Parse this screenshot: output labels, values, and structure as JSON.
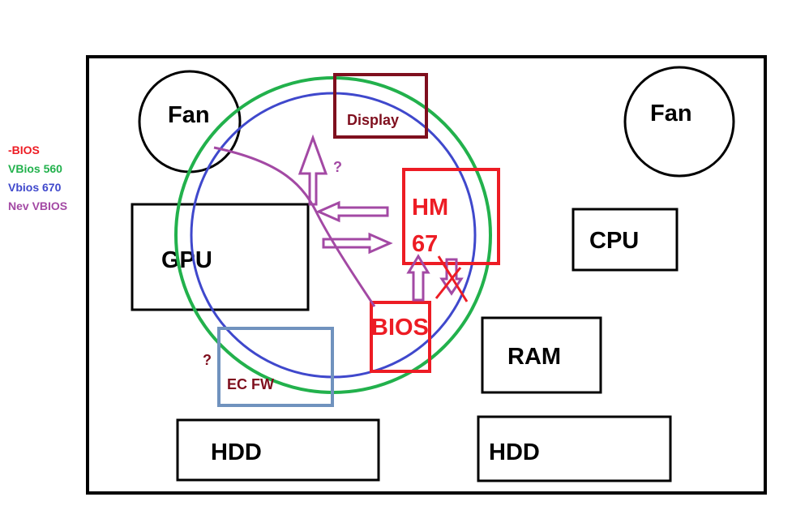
{
  "legend": {
    "items": [
      {
        "label": "-BIOS",
        "color": "#ed1c24"
      },
      {
        "label": "VBios 560",
        "color": "#22b14c"
      },
      {
        "label": "Vbios 670",
        "color": "#3f48cc"
      },
      {
        "label": "Nev VBIOS",
        "color": "#a349a4"
      }
    ]
  },
  "components": {
    "fan_left": "Fan",
    "fan_right": "Fan",
    "display": "Display",
    "gpu": "GPU",
    "hm67_line1": "HM",
    "hm67_line2": "67",
    "cpu": "CPU",
    "bios": "BIOS",
    "ram": "RAM",
    "ec_fw": "EC FW",
    "hdd_left": "HDD",
    "hdd_right": "HDD"
  },
  "annotations": {
    "question_top": "?",
    "question_left": "?"
  },
  "colors": {
    "outline": "#000000",
    "display": "#7f0f1e",
    "ec_fw_box": "#7092be",
    "hm67": "#ed1c24",
    "purple": "#a349a4",
    "green": "#22b14c",
    "blue": "#3f48cc"
  }
}
